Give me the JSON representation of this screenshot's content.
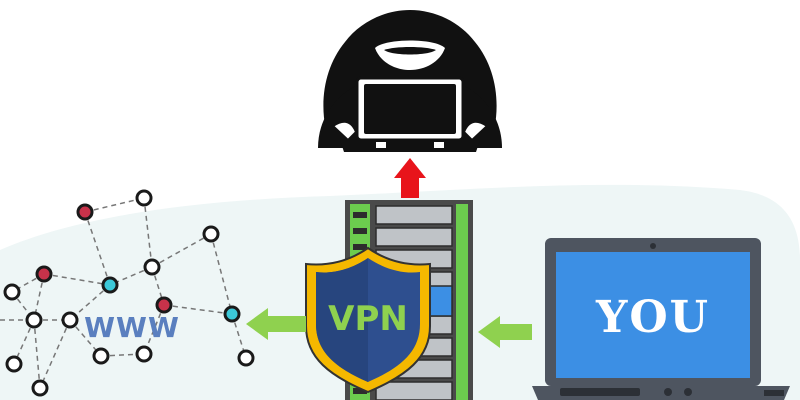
{
  "labels": {
    "www": "WWW",
    "vpn": "VPN",
    "you": "YOU"
  },
  "icons": [
    "hacker-icon",
    "server-rack-icon",
    "shield-icon",
    "laptop-icon",
    "network-icon"
  ],
  "colors": {
    "background_blob": "#eef6f6",
    "hacker": "#111111",
    "up_arrow": "#e8141b",
    "flow_arrow": "#8fd14f",
    "server_body": "#4a4a4a",
    "server_accent": "#6ccc4e",
    "shield_outer": "#f5b800",
    "shield_inner": "#2e4f8f",
    "laptop_screen": "#3c8fe4",
    "laptop_frame": "#4e5560",
    "network_node_red": "#c8324a",
    "network_node_cyan": "#3cc8d8",
    "network_line": "#777777"
  }
}
